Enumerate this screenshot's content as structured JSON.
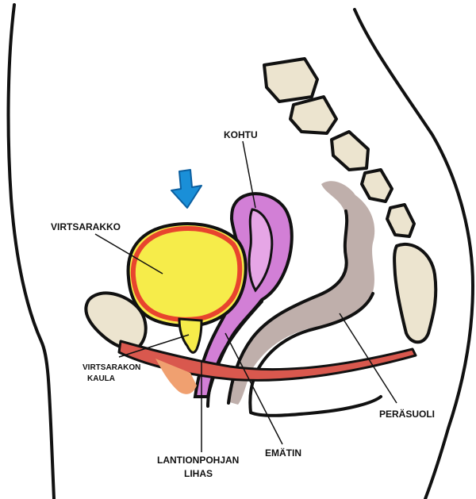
{
  "labels": {
    "bladder": "VIRTSARAKKO",
    "uterus": "KOHTU",
    "bladder_neck_line1": "VIRTSARAKON",
    "bladder_neck_line2": "KAULA",
    "rectum": "PERÄSUOLI",
    "pelvic_floor_line1": "LANTIONPOHJAN",
    "pelvic_floor_line2": "LIHAS",
    "vagina": "EMÄTIN"
  },
  "colors": {
    "bladder_fill": "#f6ec4a",
    "bladder_rim": "#e8442e",
    "uterus": "#d27fd6",
    "rectum": "#b8a6a2",
    "vertebra": "#ece4cf",
    "muscle": "#d9584e",
    "arrow": "#1a8fd8"
  },
  "icons": {
    "arrow": "down-arrow-icon"
  }
}
